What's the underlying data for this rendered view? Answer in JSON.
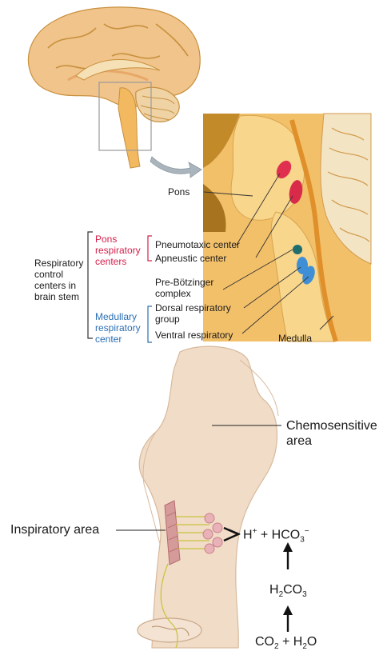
{
  "labels": {
    "pons": "Pons",
    "pons_centers": "Pons\nrespiratory\ncenters",
    "pneumotaxic": "Pneumotaxic center",
    "apneustic": "Apneustic center",
    "control_centers": "Respiratory\ncontrol\ncenters in\nbrain stem",
    "pre_botzinger": "Pre-Bötzinger\ncomplex",
    "medullary_center": "Medullary\nrespiratory\ncenter",
    "dorsal_group": "Dorsal respiratory\ngroup",
    "ventral_group": "Ventral respiratory",
    "medulla": "Medulla",
    "chemosensitive": "Chemosensitive\narea",
    "inspiratory": "Inspiratory area"
  },
  "chemistry": {
    "h_ion": "H",
    "h_sup": "+",
    "plus": " + ",
    "hco3": "HCO",
    "hco3_sub": "3",
    "hco3_sup": "−",
    "h2co3_h": "H",
    "h2co3_sub": "2",
    "h2co3_rest": "CO",
    "h2co3_sub2": "3",
    "co2": "CO",
    "co2_sub": "2",
    "plus2": " + H",
    "h2o_sub": "2",
    "h2o_o": "O"
  },
  "colors": {
    "pons_text": "#d4204a",
    "medullary_text": "#2c6fb3",
    "pneumotaxic_blob": "#e0304f",
    "apneustic_blob": "#d92a4a",
    "preb_blob": "#1f6e6e",
    "medullary_blob": "#3f8fd6",
    "brainstem_fill": "#f1dcc8"
  }
}
